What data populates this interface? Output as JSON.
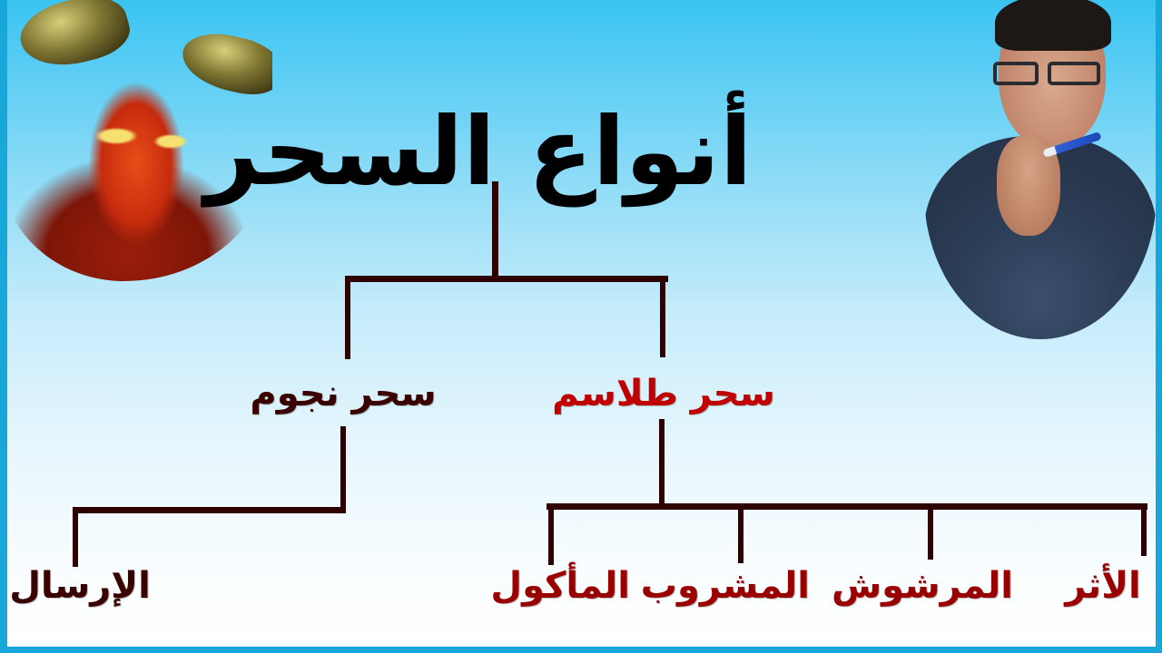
{
  "diagram": {
    "title": "أنواع السحر",
    "title_color": "#000000",
    "line_color": "#2e0000",
    "background": {
      "top": "#3ac4f2",
      "bottom": "#ffffff",
      "frame": "#17a7d8"
    },
    "level1": [
      {
        "label": "سحر طلاسم",
        "color": "#c00000"
      },
      {
        "label": "سحر نجوم",
        "color": "#3a0000"
      }
    ],
    "level2": {
      "talasim": [
        {
          "label": "الأثر",
          "color": "#9b0000"
        },
        {
          "label": "المرشوش",
          "color": "#9b0000"
        },
        {
          "label": "المشروب",
          "color": "#9b0000"
        },
        {
          "label": "المأكول",
          "color": "#9b0000"
        }
      ],
      "nujum": [
        {
          "label": "الإرسال",
          "color": "#3a0000"
        }
      ]
    }
  },
  "images": {
    "left": "devil-portrait",
    "right": "presenter-portrait"
  }
}
